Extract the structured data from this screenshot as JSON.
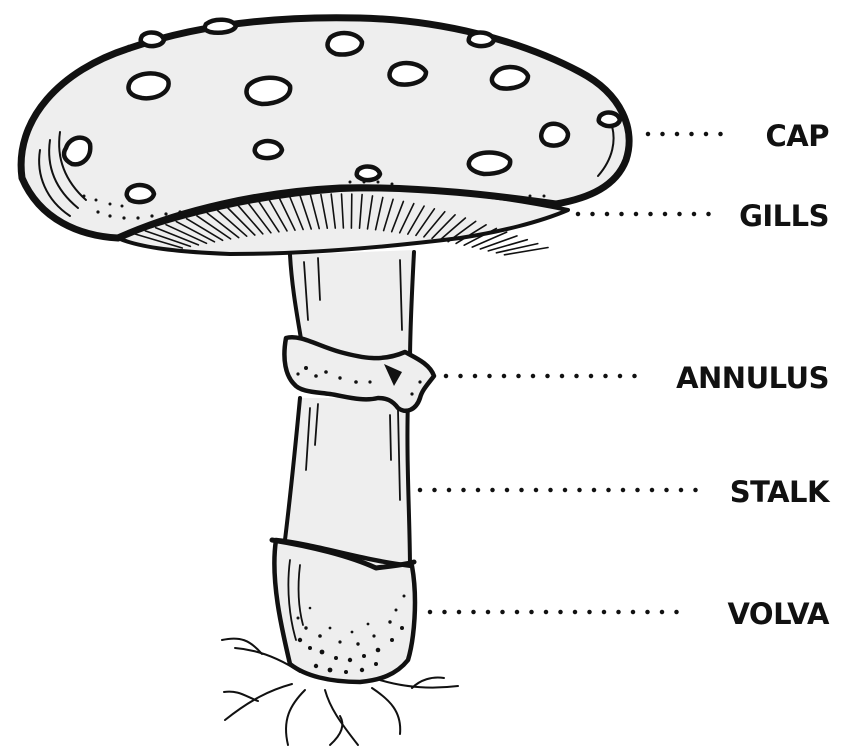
{
  "diagram": {
    "labels": {
      "cap": "CAP",
      "gills": "GILLS",
      "annulus": "ANNULUS",
      "stalk": "STALK",
      "volva": "VOLVA"
    },
    "colors": {
      "ink": "#111111",
      "fill": "#eeeeee",
      "background": "#ffffff"
    }
  }
}
